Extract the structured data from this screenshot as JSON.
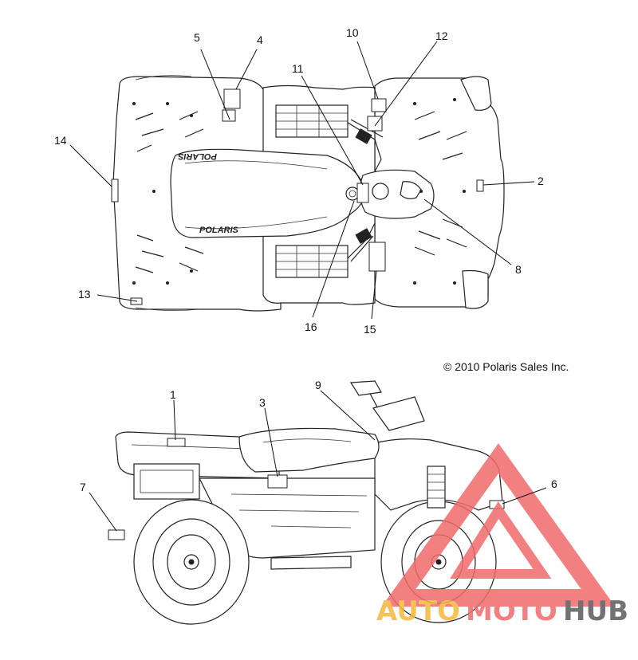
{
  "copyright": "© 2010 Polaris Sales Inc.",
  "brand_text": "POLARIS",
  "watermark": {
    "part1": "AUTO",
    "part2": "MOTO",
    "part3": "HUB",
    "color_primary": "#f26b6b",
    "color_secondary": "#f6b93b",
    "color_dark": "#5a5a5a"
  },
  "callouts": [
    {
      "id": "c1",
      "label": "1"
    },
    {
      "id": "c2",
      "label": "2"
    },
    {
      "id": "c3",
      "label": "3"
    },
    {
      "id": "c4",
      "label": "4"
    },
    {
      "id": "c5",
      "label": "5"
    },
    {
      "id": "c6",
      "label": "6"
    },
    {
      "id": "c7",
      "label": "7"
    },
    {
      "id": "c8",
      "label": "8"
    },
    {
      "id": "c9",
      "label": "9"
    },
    {
      "id": "c10",
      "label": "10"
    },
    {
      "id": "c11",
      "label": "11"
    },
    {
      "id": "c12",
      "label": "12"
    },
    {
      "id": "c13",
      "label": "13"
    },
    {
      "id": "c14",
      "label": "14"
    },
    {
      "id": "c15",
      "label": "15"
    },
    {
      "id": "c16",
      "label": "16"
    }
  ]
}
